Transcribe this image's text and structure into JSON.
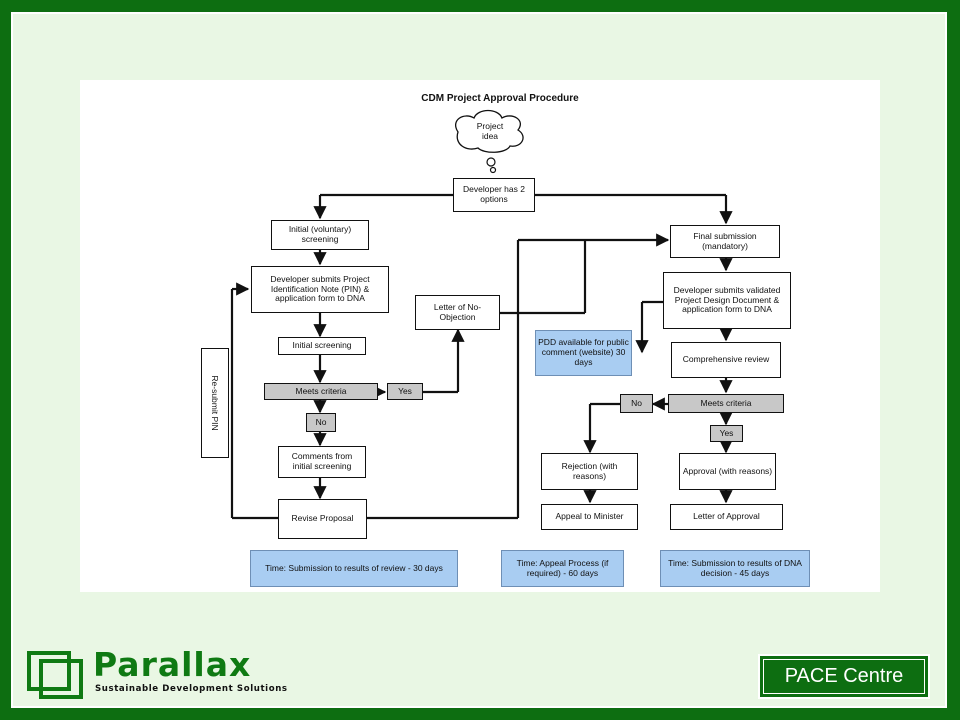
{
  "diagram": {
    "title": "CDM Project Approval Procedure",
    "cloud": "Project idea",
    "nodes": {
      "options": "Developer has 2 options",
      "initial_voluntary": "Initial (voluntary) screening",
      "submit_pin": "Developer submits Project Identification Note (PIN) & application form to DNA",
      "letter_no_objection": "Letter of No-Objection",
      "initial_screening": "Initial screening",
      "meets_criteria_left": "Meets criteria",
      "yes_left": "Yes",
      "no_left": "No",
      "comments": "Comments from initial screening",
      "revise": "Revise Proposal",
      "resubmit_pin": "Re-submit PIN",
      "final_submission": "Final submission (mandatory)",
      "submit_pdd": "Developer submits validated Project Design Document & application form to DNA",
      "pdd_public": "PDD available for public comment (website) 30 days",
      "comprehensive_review": "Comprehensive review",
      "meets_criteria_right": "Meets criteria",
      "no_right": "No",
      "yes_right": "Yes",
      "rejection": "Rejection (with reasons)",
      "approval": "Approval (with reasons)",
      "appeal_minister": "Appeal to Minister",
      "letter_approval": "Letter of Approval",
      "time_review": "Time: Submission to results of review - 30 days",
      "time_appeal": "Time: Appeal Process (if required) - 60 days",
      "time_dna": "Time: Submission to results of DNA decision - 45 days"
    }
  },
  "branding": {
    "logo_name": "Parallax",
    "logo_tagline": "Sustainable Development Solutions",
    "badge": "PACE Centre"
  },
  "colors": {
    "frame_green": "#0d6e11",
    "background": "#e9f7e4",
    "grey_box": "#c8c8c8",
    "blue_box": "#a9cdf2"
  }
}
